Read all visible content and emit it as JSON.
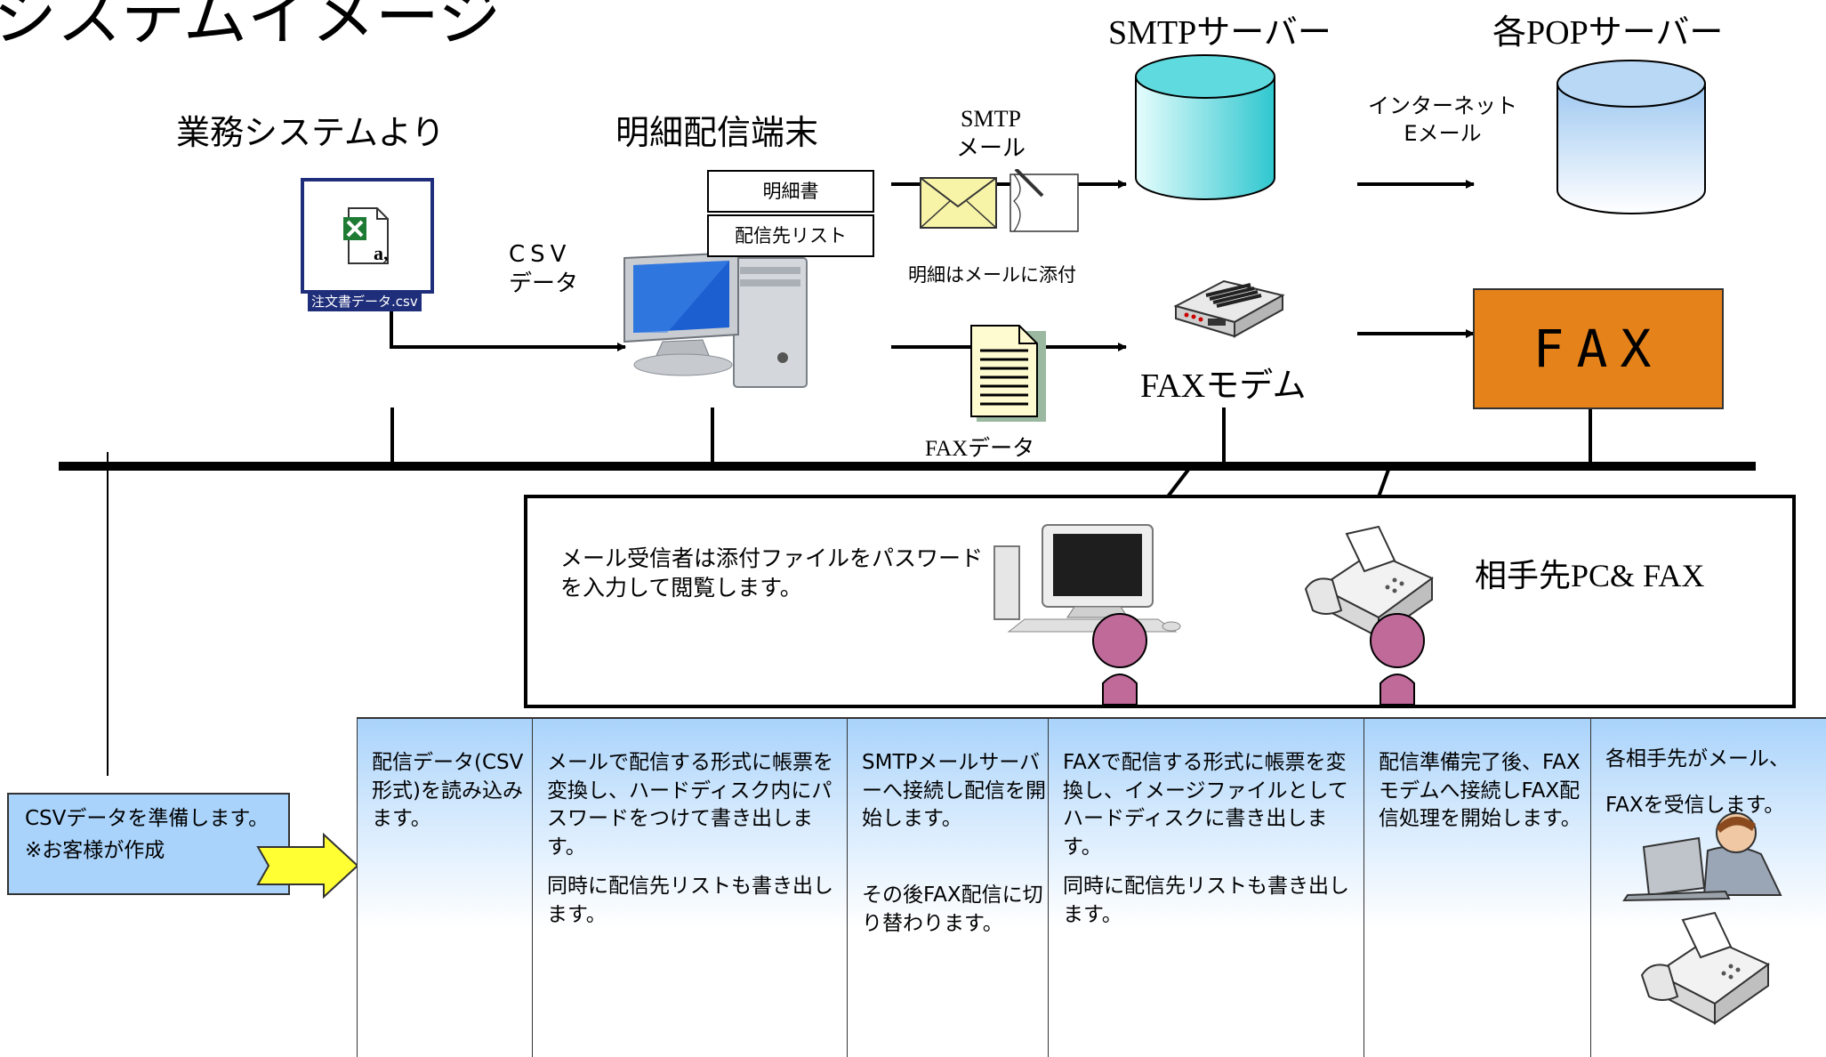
{
  "page_title": "システムイメージ",
  "labels": {
    "business_system": "業務システムより",
    "terminal": "明細配信端末",
    "csv_data_line1": "CSV",
    "csv_data_line2": "データ",
    "file_icon_caption": "注文書データ.csv",
    "box_meisaisho": "明細書",
    "box_haishinsaki": "配信先リスト",
    "smtp_mail_line1": "SMTP",
    "smtp_mail_line2": "メール",
    "attach_note": "明細はメールに添付",
    "smtp_server": "SMTPサーバー",
    "pop_server": "各POPサーバー",
    "internet_line1": "インターネット",
    "internet_line2": "Eメール",
    "fax_modem": "FAXモデム",
    "fax_data": "FAXデータ",
    "fax_box": "FAX",
    "recipient_note_line1": "メール受信者は添付ファイルをパスワード",
    "recipient_note_line2": "を入力して閲覧します。",
    "recipient_title": "相手先PC& FAX"
  },
  "prep_box": {
    "line1": "CSVデータを準備します。",
    "line2": "※お客様が作成"
  },
  "steps": [
    {
      "paragraphs": [
        "配信データ(CSV形式)を読み込みます。"
      ]
    },
    {
      "paragraphs": [
        "メールで配信する形式に帳票を変換し、ハードディスク内にパスワードをつけて書き出します。",
        "同時に配信先リストも書き出します。"
      ]
    },
    {
      "paragraphs": [
        "SMTPメールサーバーへ接続し配信を開始します。",
        "その後FAX配信に切り替わります。"
      ]
    },
    {
      "paragraphs": [
        "FAXで配信する形式に帳票を変換し、イメージファイルとしてハードディスクに書き出します。",
        "同時に配信先リストも書き出します。"
      ]
    },
    {
      "paragraphs": [
        "配信準備完了後、FAXモデムへ接続しFAX配信処理を開始します。"
      ]
    },
    {
      "paragraphs": [
        "各相手先がメール、",
        "FAXを受信します。"
      ]
    }
  ],
  "colors": {
    "fax_box": "#e5821a",
    "cylinder_smtp": "#4fd3d8",
    "cylinder_pop": "#a9cff3",
    "step_band": "#a9d3fb",
    "prep_box": "#a9d3fb",
    "arrow_yellow": "#ffff33",
    "person": "#c06a9a"
  },
  "icons": {
    "excel_file": "excel-file-icon",
    "computer": "desktop-computer-icon",
    "envelope": "envelope-icon",
    "document": "document-icon",
    "modem": "fax-modem-icon",
    "pc": "pc-icon",
    "fax_machine": "fax-machine-icon",
    "person": "person-icon",
    "user_at_laptop": "user-laptop-icon"
  }
}
